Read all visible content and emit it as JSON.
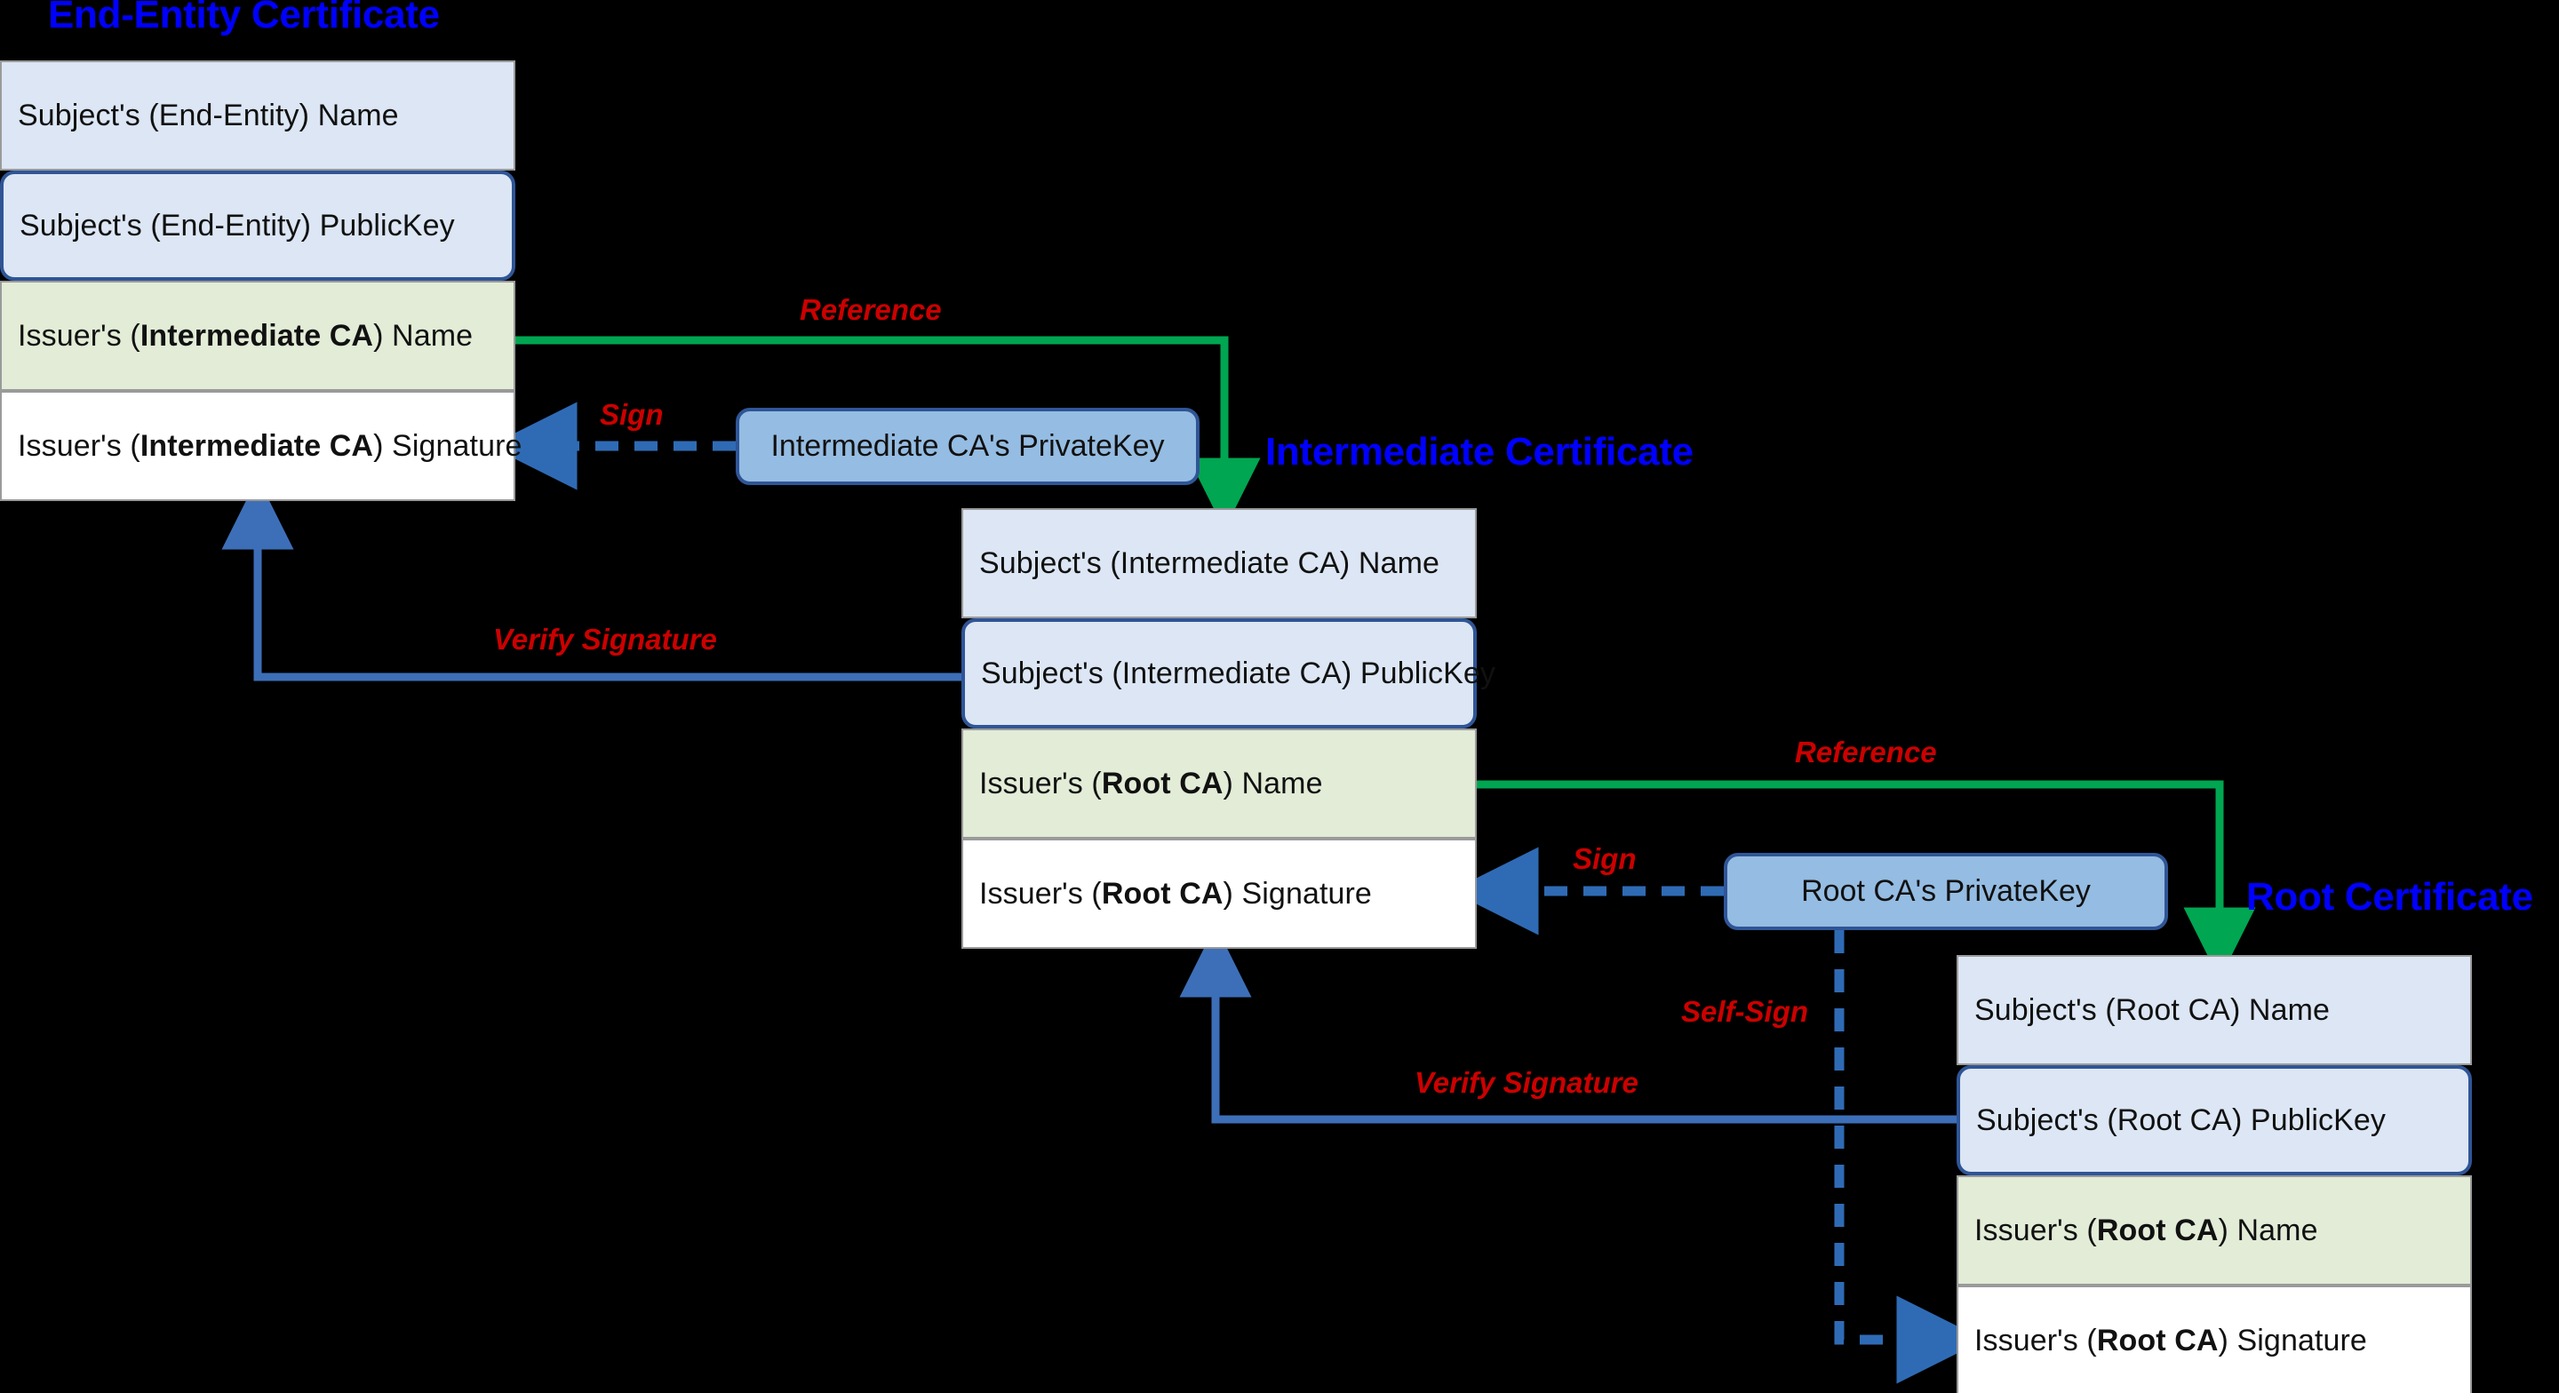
{
  "diagram": {
    "title_color": "#0000ff",
    "label_color": "#cc0000",
    "reference_arrow_color": "#00a651",
    "sign_arrow_color": "#2f6bb5",
    "verify_arrow_color": "#3d6fb8"
  },
  "end_entity": {
    "title": "End-Entity Certificate",
    "rows": [
      {
        "text": "Subject's (End-Entity) Name",
        "kind": "name"
      },
      {
        "text": "Subject's (End-Entity) PublicKey",
        "kind": "pubkey"
      },
      {
        "pre": "Issuer's (",
        "strong": "Intermediate CA",
        "post": ") Name",
        "kind": "issuer"
      },
      {
        "pre": "Issuer's (",
        "strong": "Intermediate CA",
        "post": ") Signature",
        "kind": "sig"
      }
    ]
  },
  "intermediate": {
    "title": "Intermediate Certificate",
    "private_key": "Intermediate CA's PrivateKey",
    "rows": [
      {
        "text": "Subject's (Intermediate CA) Name",
        "kind": "name"
      },
      {
        "text": "Subject's (Intermediate CA) PublicKey",
        "kind": "pubkey"
      },
      {
        "pre": "Issuer's (",
        "strong": "Root CA",
        "post": ") Name",
        "kind": "issuer"
      },
      {
        "pre": "Issuer's (",
        "strong": "Root CA",
        "post": ") Signature",
        "kind": "sig"
      }
    ]
  },
  "root": {
    "title": "Root Certificate",
    "private_key": "Root CA's PrivateKey",
    "rows": [
      {
        "text": "Subject's (Root CA) Name",
        "kind": "name"
      },
      {
        "text": "Subject's (Root CA) PublicKey",
        "kind": "pubkey"
      },
      {
        "pre": "Issuer's (",
        "strong": "Root CA",
        "post": ") Name",
        "kind": "issuer"
      },
      {
        "pre": "Issuer's (",
        "strong": "Root CA",
        "post": ") Signature",
        "kind": "sig"
      }
    ]
  },
  "edge_labels": {
    "reference_top": "Reference",
    "reference_bottom": "Reference",
    "sign_top": "Sign",
    "sign_bottom": "Sign",
    "verify_top": "Verify Signature",
    "verify_bottom": "Verify Signature",
    "self_sign": "Self-Sign"
  }
}
